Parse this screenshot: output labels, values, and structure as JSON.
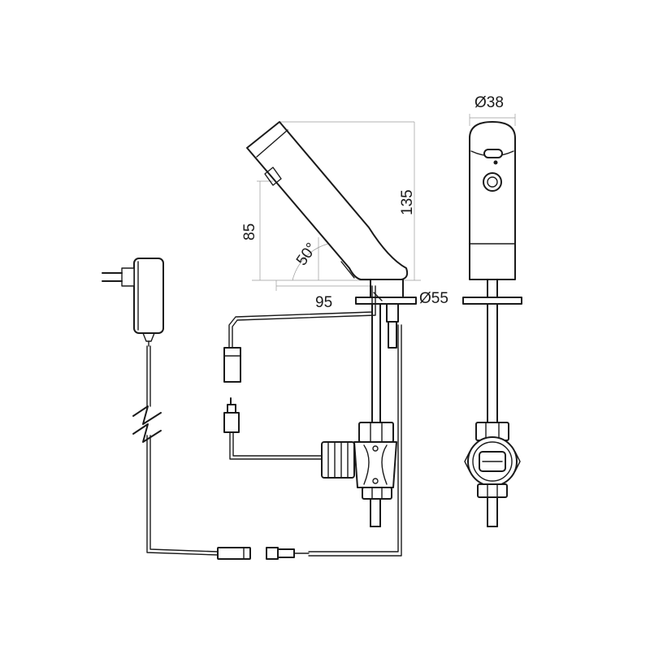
{
  "dimensions": {
    "diameter_top": "Ø38",
    "height_total": "135",
    "height_sensor": "85",
    "spout_angle": "50°",
    "spout_reach": "95",
    "diameter_base": "Ø55"
  },
  "colors": {
    "line": "#1a1a1a",
    "dimension_line": "#9a9a9a",
    "background": "#ffffff"
  }
}
